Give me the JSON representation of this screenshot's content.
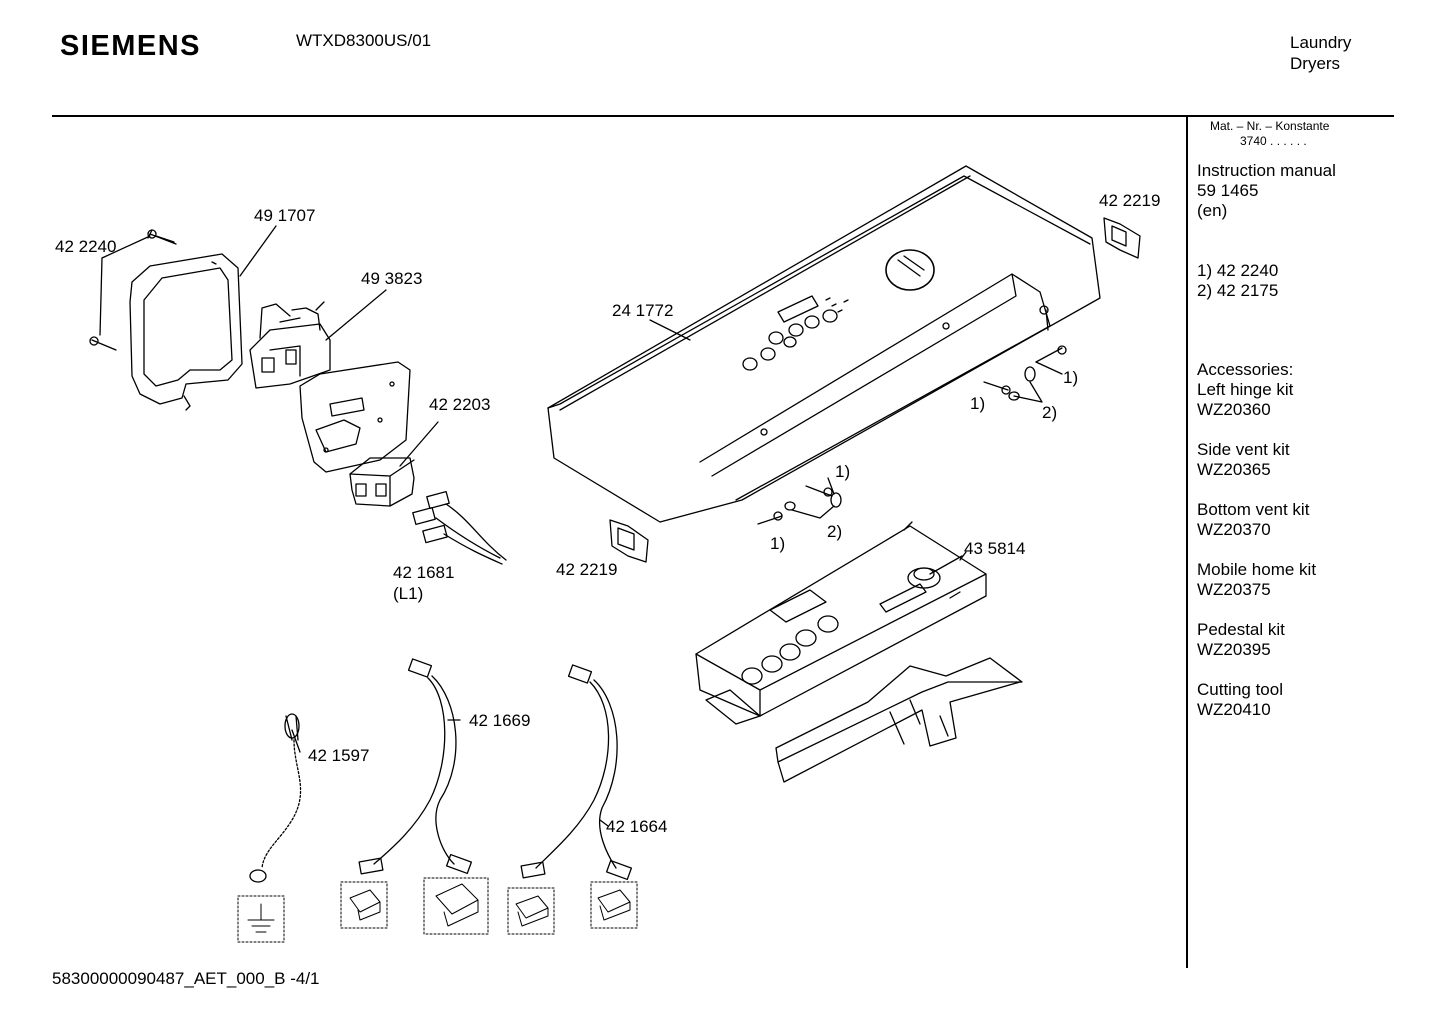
{
  "header": {
    "brand": "SIEMENS",
    "model": "WTXD8300US/01",
    "category_line1": "Laundry",
    "category_line2": "Dryers"
  },
  "sidebar": {
    "mat_header": "Mat. – Nr. – Konstante",
    "mat_value": "3740 . . . . . .",
    "manual_title": "Instruction manual",
    "manual_number": "59 1465",
    "manual_lang": "(en)",
    "footnote_1": "1)  42 2240",
    "footnote_2": "2)  42 2175",
    "accessories_title": "Accessories:",
    "accessories": [
      {
        "name": "Left hinge kit",
        "code": "WZ20360"
      },
      {
        "name": "Side vent kit",
        "code": "WZ20365"
      },
      {
        "name": "Bottom vent kit",
        "code": "WZ20370"
      },
      {
        "name": "Mobile home kit",
        "code": "WZ20375"
      },
      {
        "name": "Pedestal kit",
        "code": "WZ20395"
      },
      {
        "name": "Cutting tool",
        "code": "WZ20410"
      }
    ]
  },
  "parts": {
    "screw_top": "42 2240",
    "cover": "49 1707",
    "terminal_block": "49 3823",
    "control_panel": "24 1772",
    "bracket_right": "42 2219",
    "relay": "42 2203",
    "harness_l1": "42 1681",
    "harness_l1_note": "(L1)",
    "bracket_left": "42 2219",
    "control_board": "43 5814",
    "wire_1669": "42 1669",
    "ground_wire": "42 1597",
    "wire_1664": "42 1664"
  },
  "callouts": {
    "one": "1)",
    "two": "2)"
  },
  "footer": {
    "doc_id": "58300000090487_AET_000_B -4/1"
  }
}
